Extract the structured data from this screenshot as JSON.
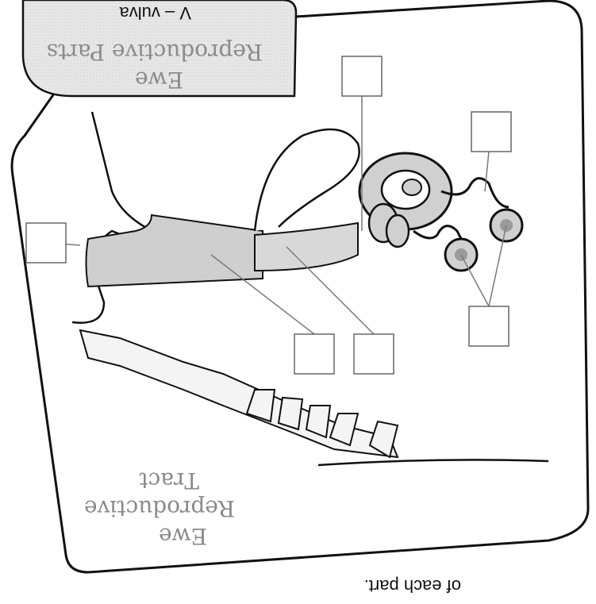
{
  "diagram": {
    "title_box": {
      "lines": [
        "Ewe",
        "Reproductive Parts",
        "V – vulva"
      ]
    },
    "main_title": {
      "lines": [
        "Ewe",
        "Reproductive",
        "Tract"
      ]
    },
    "caption": "of each part.",
    "label_boxes": [
      {
        "id": "box-vulva",
        "value": ""
      },
      {
        "id": "box-uterus",
        "value": ""
      },
      {
        "id": "box-oviduct",
        "value": ""
      },
      {
        "id": "box-vagina",
        "value": ""
      },
      {
        "id": "box-cervix",
        "value": ""
      },
      {
        "id": "box-ovaries",
        "value": ""
      }
    ],
    "colors": {
      "organ_fill": "#d6d6d6",
      "panel_fill": "#e2e2e2",
      "outline": "#111111",
      "title_gray": "#8a8a8a"
    }
  }
}
